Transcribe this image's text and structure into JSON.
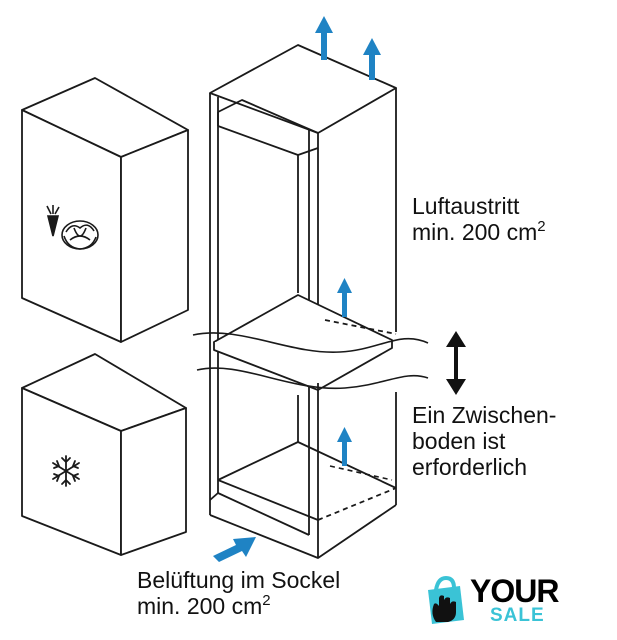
{
  "labels": {
    "air_outlet_line1": "Luftaustritt",
    "air_outlet_line2_prefix": "min. 200 cm",
    "air_outlet_line2_sup": "2",
    "shelf_line1": "Ein Zwischen-",
    "shelf_line2": "boden ist",
    "shelf_line3": "erforderlich",
    "vent_line1": "Belüftung im Sockel",
    "vent_line2_prefix": "min. 200 cm",
    "vent_line2_sup": "2"
  },
  "logo": {
    "word_top": "YOUR",
    "word_bottom": "SALE",
    "accent_color": "#3ac3d6"
  },
  "colors": {
    "line": "#1a1a1a",
    "arrow_blue": "#1f83c4",
    "outline": "#222222"
  },
  "icons": {
    "fridge_door": "vegetables-icon",
    "freezer_door": "snowflake-icon",
    "shelf_indicator": "double-arrow-vertical-icon"
  }
}
